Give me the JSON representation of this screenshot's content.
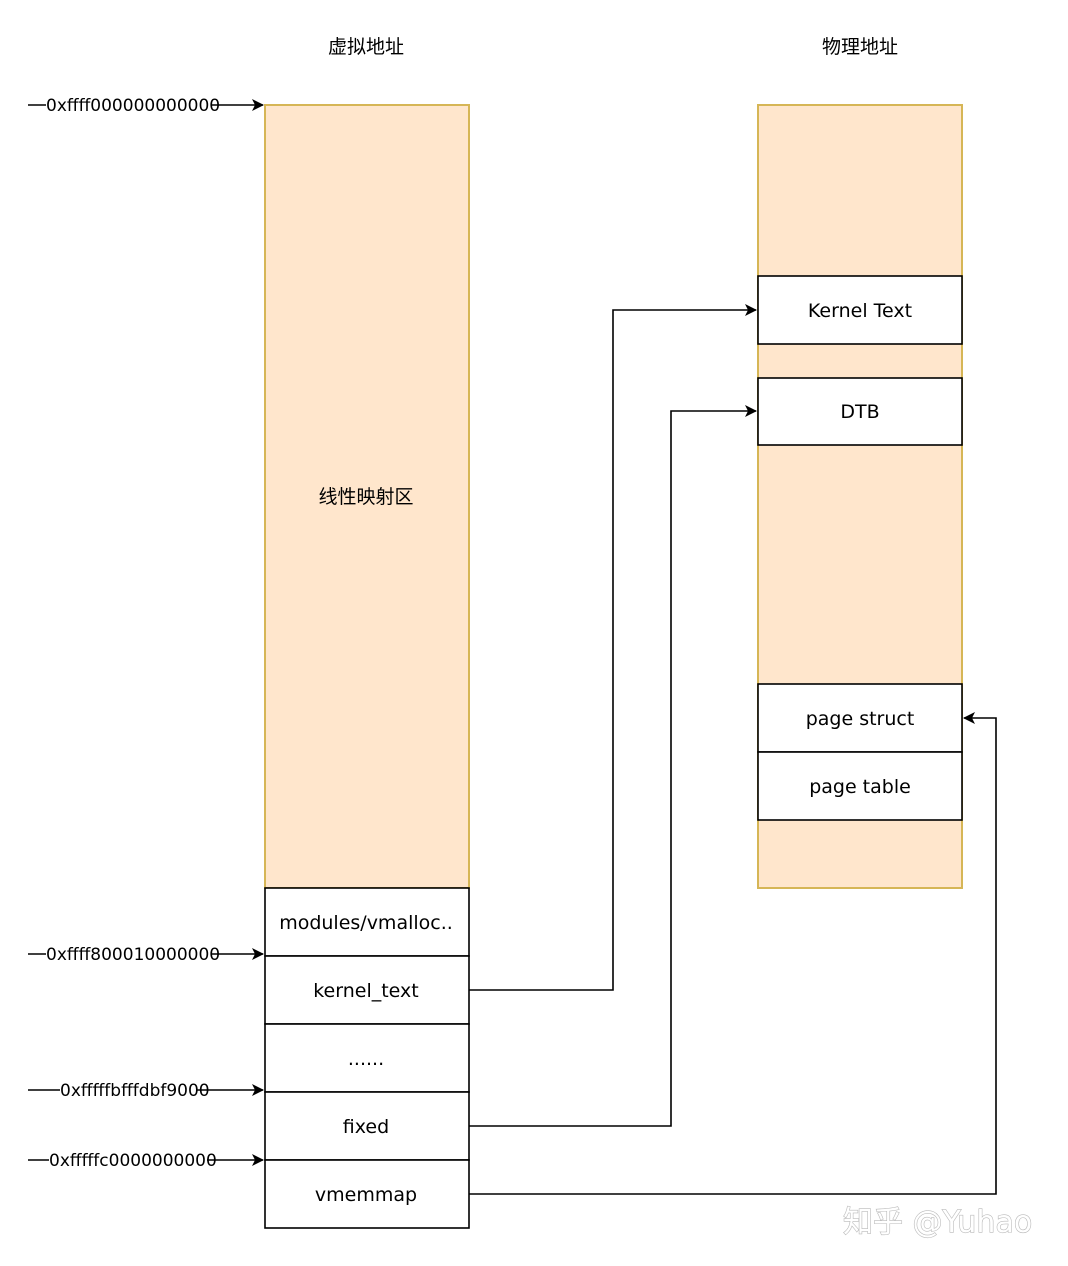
{
  "headers": {
    "virtual": "虚拟地址",
    "physical": "物理地址"
  },
  "virtual_column": {
    "linear_region_label": "线性映射区",
    "cells": [
      "modules/vmalloc..",
      "kernel_text",
      "......",
      "fixed",
      "vmemmap"
    ]
  },
  "physical_column": {
    "blocks": [
      "Kernel Text",
      "DTB",
      "page struct",
      "page table"
    ]
  },
  "addresses": [
    "0xffff000000000000",
    "0xffff800010000000",
    "0xfffffbfffdbf9000",
    "0xfffffc0000000000"
  ],
  "mappings": [
    {
      "from": "kernel_text",
      "to": "Kernel Text"
    },
    {
      "from": "fixed",
      "to": "DTB"
    },
    {
      "from": "vmemmap",
      "to": "page struct"
    }
  ],
  "colors": {
    "region_fill": "#ffe6cc",
    "region_border": "#d6b656",
    "line": "#000000"
  },
  "watermark": "知乎 @Yuhao"
}
